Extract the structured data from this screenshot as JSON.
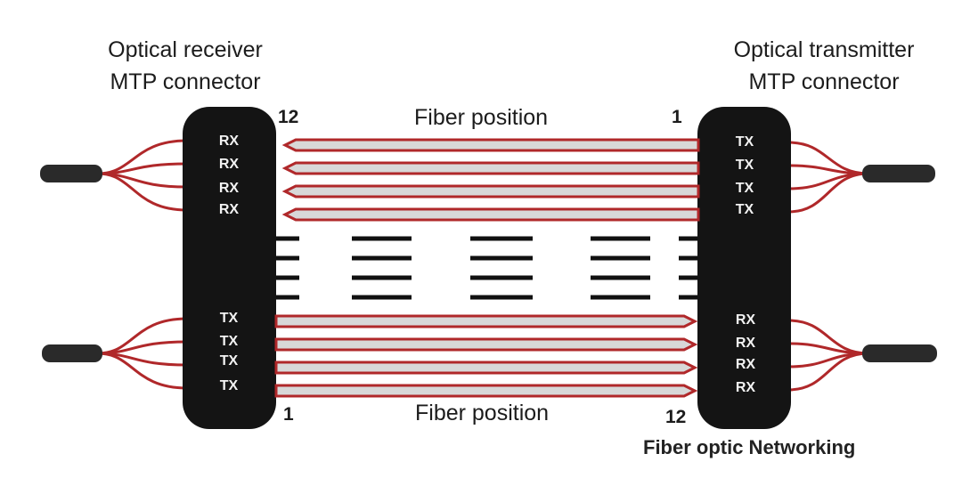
{
  "receiver": {
    "title_line1": "Optical receiver",
    "title_line2": "MTP connector",
    "top_ports": [
      "RX",
      "RX",
      "RX",
      "RX"
    ],
    "bottom_ports": [
      "TX",
      "TX",
      "TX",
      "TX"
    ],
    "top_position": "12",
    "bottom_position": "1"
  },
  "transmitter": {
    "title_line1": "Optical transmitter",
    "title_line2": "MTP connector",
    "top_ports": [
      "TX",
      "TX",
      "TX",
      "TX"
    ],
    "bottom_ports": [
      "RX",
      "RX",
      "RX",
      "RX"
    ],
    "top_position": "1",
    "bottom_position": "12"
  },
  "labels": {
    "fiber_position_top": "Fiber position",
    "fiber_position_bottom": "Fiber position",
    "credit": "Fiber optic Networking"
  },
  "colors": {
    "fiber": "#b0282a",
    "fiber_fill": "#d8d8d8",
    "connector": "#141414",
    "dash": "#111111",
    "cable": "#2a2a2a"
  }
}
